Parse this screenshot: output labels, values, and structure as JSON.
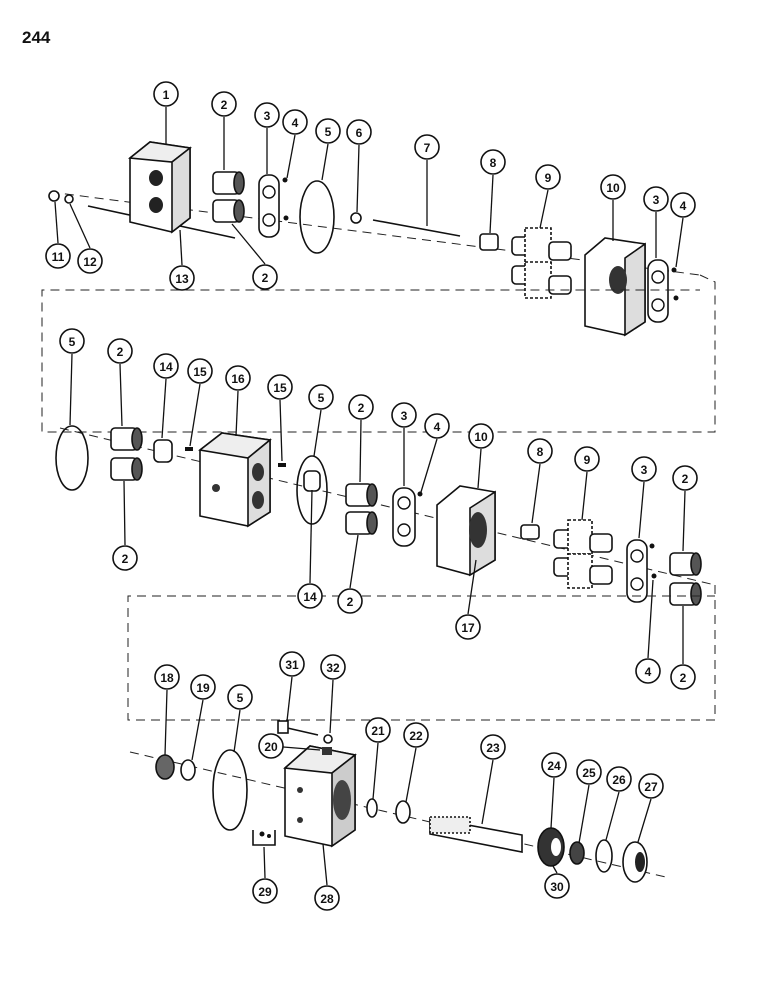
{
  "page": {
    "number": "244"
  },
  "callouts": [
    {
      "label": "1"
    },
    {
      "label": "2"
    },
    {
      "label": "3"
    },
    {
      "label": "4"
    },
    {
      "label": "5"
    },
    {
      "label": "6"
    },
    {
      "label": "7"
    },
    {
      "label": "8"
    },
    {
      "label": "9"
    },
    {
      "label": "10"
    },
    {
      "label": "3"
    },
    {
      "label": "4"
    },
    {
      "label": "11"
    },
    {
      "label": "12"
    },
    {
      "label": "13"
    },
    {
      "label": "2"
    },
    {
      "label": "5"
    },
    {
      "label": "2"
    },
    {
      "label": "14"
    },
    {
      "label": "15"
    },
    {
      "label": "16"
    },
    {
      "label": "15"
    },
    {
      "label": "5"
    },
    {
      "label": "2"
    },
    {
      "label": "3"
    },
    {
      "label": "4"
    },
    {
      "label": "10"
    },
    {
      "label": "8"
    },
    {
      "label": "9"
    },
    {
      "label": "3"
    },
    {
      "label": "2"
    },
    {
      "label": "2"
    },
    {
      "label": "14"
    },
    {
      "label": "2"
    },
    {
      "label": "17"
    },
    {
      "label": "4"
    },
    {
      "label": "2"
    },
    {
      "label": "18"
    },
    {
      "label": "19"
    },
    {
      "label": "5"
    },
    {
      "label": "31"
    },
    {
      "label": "32"
    },
    {
      "label": "20"
    },
    {
      "label": "21"
    },
    {
      "label": "22"
    },
    {
      "label": "23"
    },
    {
      "label": "24"
    },
    {
      "label": "25"
    },
    {
      "label": "26"
    },
    {
      "label": "27"
    },
    {
      "label": "29"
    },
    {
      "label": "28"
    },
    {
      "label": "30"
    }
  ]
}
